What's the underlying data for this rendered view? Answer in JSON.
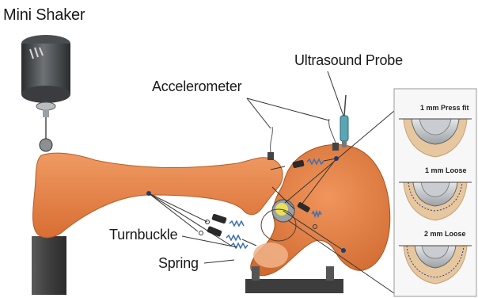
{
  "labels": {
    "mini_shaker": "Mini Shaker",
    "ultrasound_probe": "Ultrasound Probe",
    "accelerometer": "Accelerometer",
    "turnbuckle": "Turnbuckle",
    "spring": "Spring"
  },
  "inset": {
    "panels": [
      {
        "label": "1 mm Press fit"
      },
      {
        "label": "1 mm Loose"
      },
      {
        "label": "2 mm Loose"
      }
    ]
  },
  "colors": {
    "bone": "#e8834a",
    "bone_dark": "#c4622b",
    "pelvis_fill": "#e07a3d",
    "marrow": "#e9c79a",
    "metal": "#8e9398",
    "metal_light": "#d9dcde",
    "shaker_body": "#3a3d40",
    "base_block": "#4a4a4a",
    "spring_blue": "#3d6fb0",
    "probe_teal": "#5aa6b4",
    "node_blue": "#1f3e7a",
    "ball_yellow": "#e8e05a",
    "liner": "#8a8f94",
    "cup": "#b8bcc0"
  }
}
